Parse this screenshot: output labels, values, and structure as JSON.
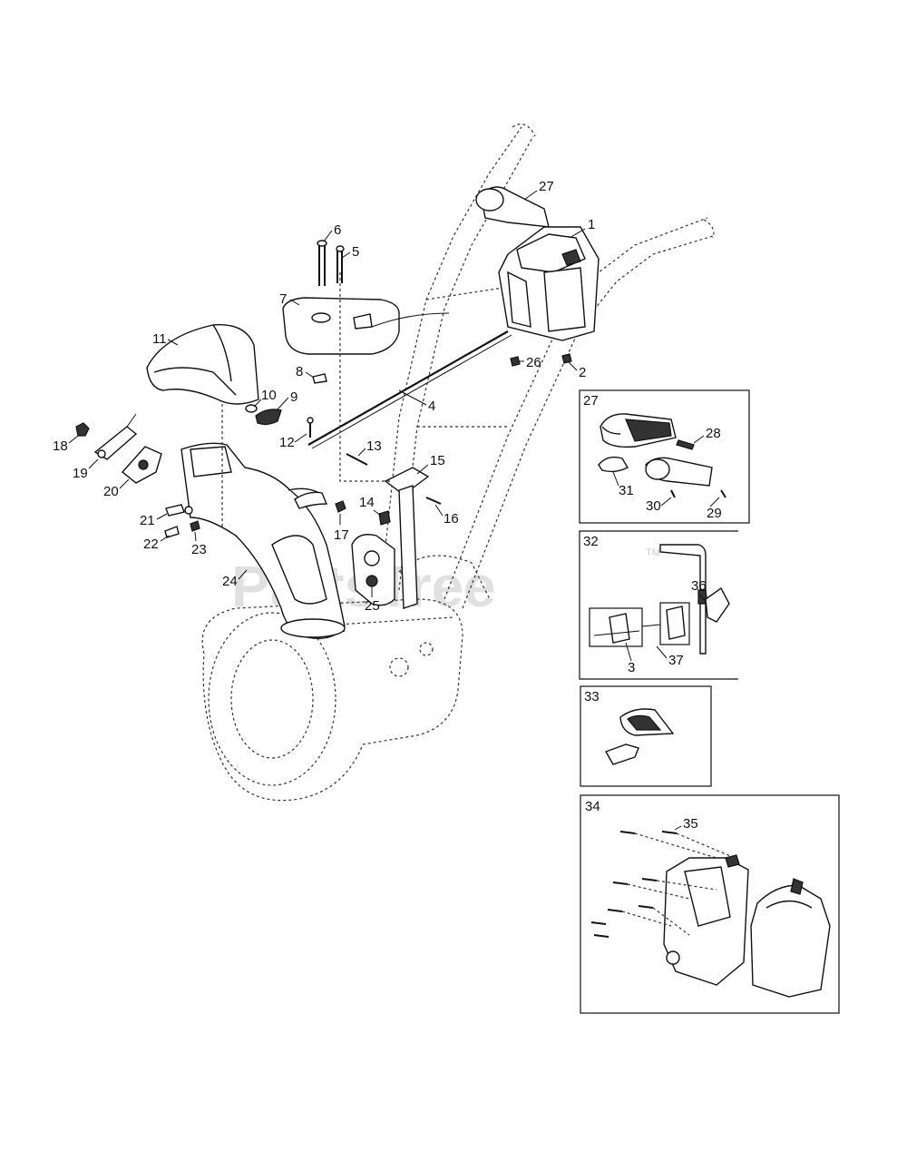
{
  "watermark": {
    "text": "PartsTree",
    "trademark": "TM"
  },
  "callouts": {
    "c1": "1",
    "c2": "2",
    "c3": "3",
    "c4": "4",
    "c5": "5",
    "c6": "6",
    "c7": "7",
    "c8": "8",
    "c9": "9",
    "c10": "10",
    "c11": "11",
    "c12": "12",
    "c13": "13",
    "c14": "14",
    "c15": "15",
    "c16": "16",
    "c17": "17",
    "c18": "18",
    "c19": "19",
    "c20": "20",
    "c21": "21",
    "c22": "22",
    "c23": "23",
    "c24": "24",
    "c25": "25",
    "c26": "26",
    "c27": "27"
  },
  "insets": {
    "i27": {
      "title": "27",
      "labels": {
        "a": "28",
        "b": "31",
        "c": "30",
        "d": "29"
      }
    },
    "i32": {
      "title": "32",
      "labels": {
        "a": "36",
        "b": "3",
        "c": "37"
      }
    },
    "i33": {
      "title": "33"
    },
    "i34": {
      "title": "34",
      "labels": {
        "a": "35"
      }
    }
  }
}
